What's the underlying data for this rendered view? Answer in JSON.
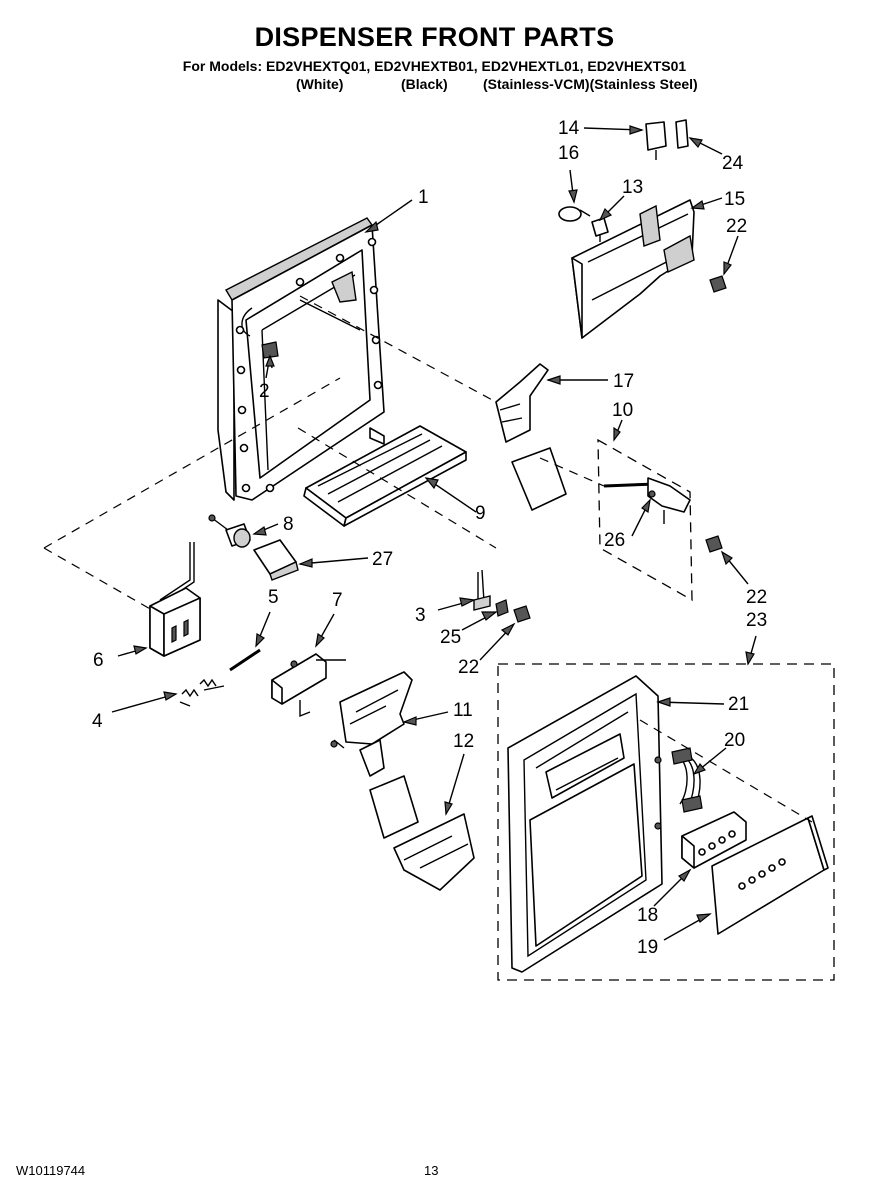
{
  "header": {
    "title": "DISPENSER FRONT PARTS",
    "models_line": "For Models: ED2VHEXTQ01, ED2VHEXTB01, ED2VHEXTL01, ED2VHEXTS01",
    "variants": [
      "(White)",
      "(Black)",
      "(Stainless-VCM)(Stainless Steel)"
    ]
  },
  "diagram": {
    "callouts": {
      "p1": "1",
      "p2": "2",
      "p3": "3",
      "p4": "4",
      "p5": "5",
      "p6": "6",
      "p7": "7",
      "p8": "8",
      "p9": "9",
      "p10": "10",
      "p11": "11",
      "p12": "12",
      "p13": "13",
      "p14": "14",
      "p15": "15",
      "p16": "16",
      "p17": "17",
      "p18": "18",
      "p19": "19",
      "p20": "20",
      "p21": "21",
      "p22a": "22",
      "p22b": "22",
      "p22c": "22",
      "p23": "23",
      "p24": "24",
      "p25": "25",
      "p26": "26",
      "p27": "27"
    }
  },
  "footer": {
    "doc_number": "W10119744",
    "page_number": "13"
  }
}
